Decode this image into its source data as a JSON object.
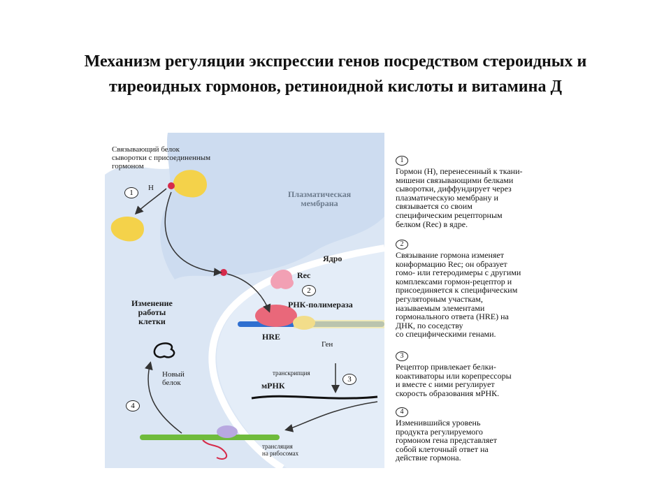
{
  "title": {
    "line1": "Механизм регуляции экспрессии генов посредством стероидных и",
    "line2": "тиреоидных гормонов, ретиноидной кислоты и витамина Д"
  },
  "diagram": {
    "serum_protein_label": "Связывающий белок\nсыворотки с присоединенным\nгормоном",
    "hormone_label": "H",
    "membrane_label": "Плазматическая\nмембрана",
    "nucleus_label": "Ядро",
    "rec_label": "Rec",
    "rna_pol_label": "РНК-полимераза",
    "hre_label": "HRE",
    "gene_label": "Ген",
    "transcription_label": "транскрипция",
    "mrna_label": "мРНК",
    "cell_change_label": "Изменение\nработы\nклетки",
    "new_protein_label": "Новый\nбелок",
    "translation_label": "трансляция\nна рибосомах",
    "markers": [
      "1",
      "2",
      "3",
      "4"
    ]
  },
  "steps": [
    {
      "num": "1",
      "text": "Гормон (H), перенесенный к ткани-\nмишени связывающими белками\nсыворотки, диффундирует через\nплазматическую мембрану и\nсвязывается со своим\nспецифическим рецепторным\nбелком (Rec) в ядре."
    },
    {
      "num": "2",
      "text": "Связывание гормона изменяет\nконформацию Rec; он образует\nгомо- или гетеродимеры с другими\nкомплексами гормон-рецептор и\nприсоединяется к специфическим\nрегуляторным участкам,\nназываемым элементами\nгормонального ответа (HRE) на\nДНК, по соседству\nсо специфическими генами."
    },
    {
      "num": "3",
      "text": "Рецептор привлекает белки-\nкоактиваторы или корепрессоры\nи вместе с ними регулирует\nскорость образования мРНК."
    },
    {
      "num": "4",
      "text": "Изменившийся уровень\nпродукта регулируемого\nгормоном гена представляет\nсобой клеточный ответ на\nдействие гормона."
    }
  ],
  "colors": {
    "cytoplasm": "#c9daf0",
    "membrane": "#dbe7f6",
    "serum_protein": "#f4d24a",
    "receptor": "#f2a0b4",
    "dna": "#2f6fd0",
    "rna_pol": "#e9687a"
  }
}
